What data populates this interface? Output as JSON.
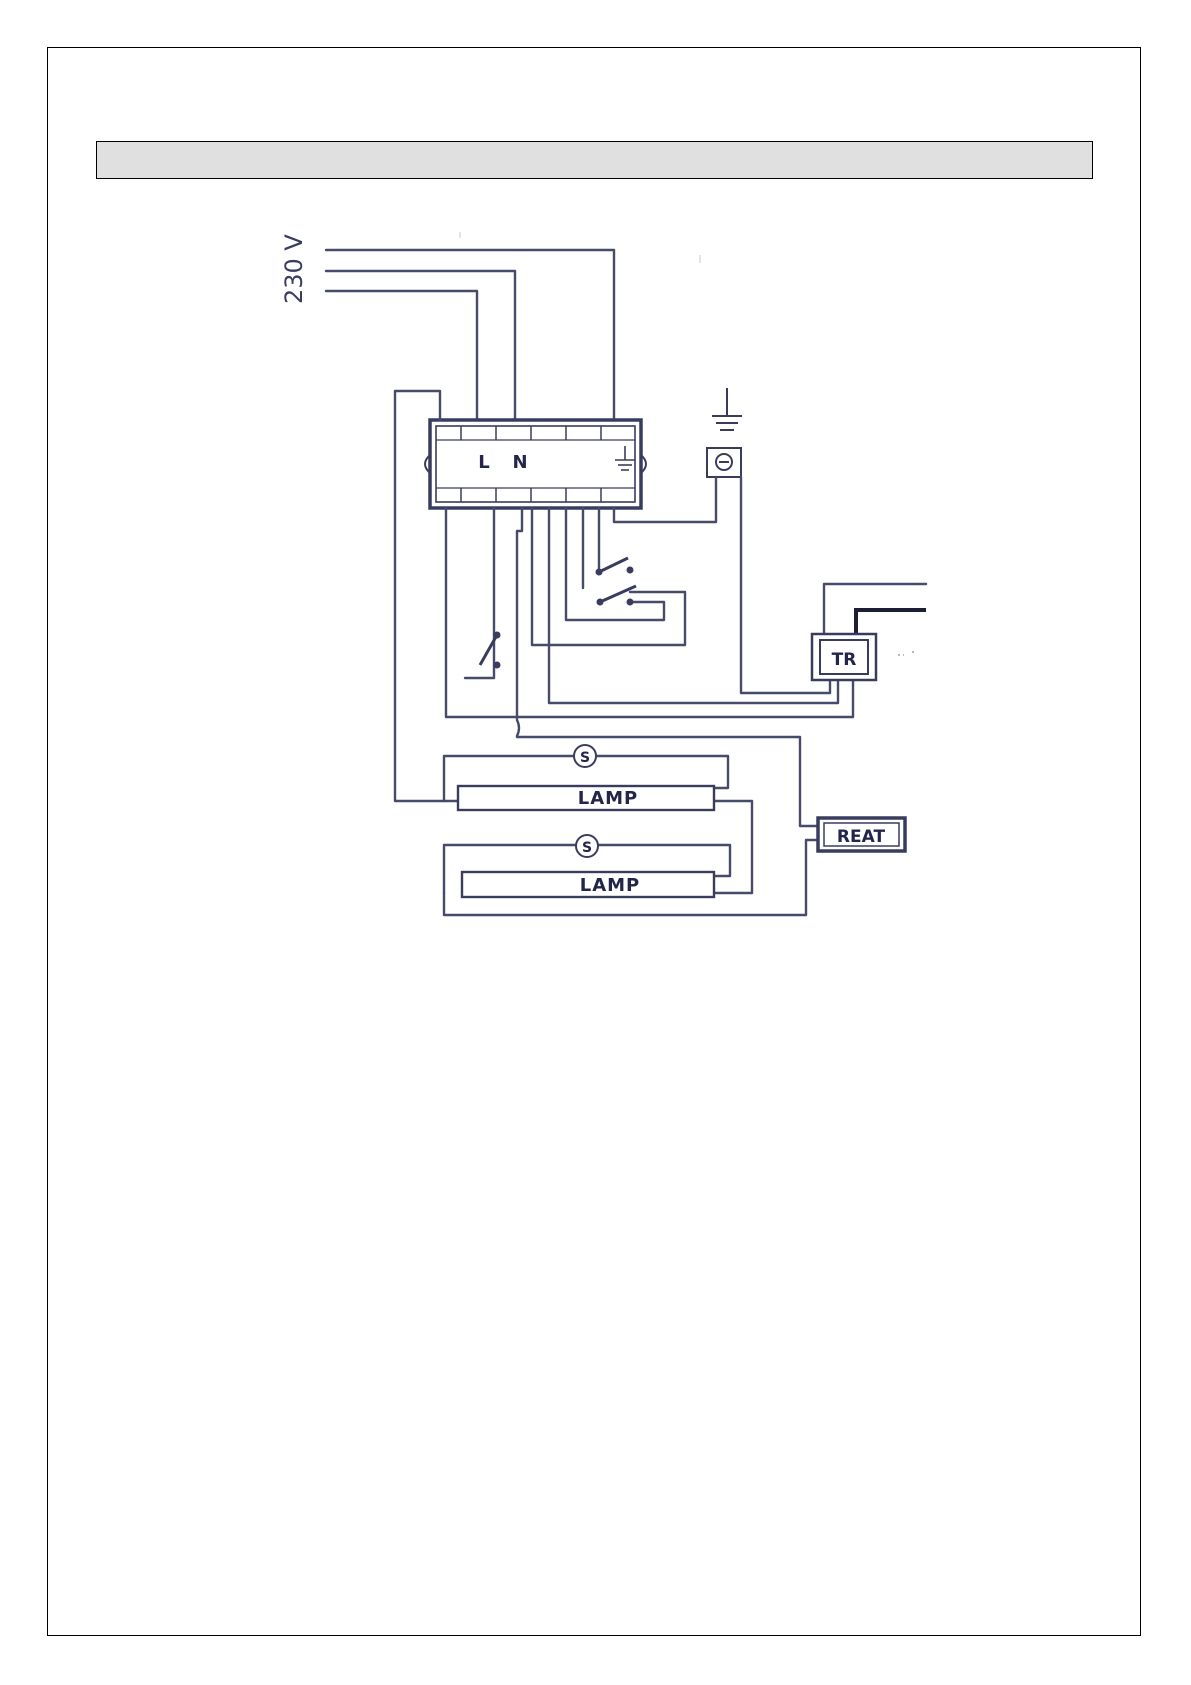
{
  "diagram": {
    "supply_label": "230 V",
    "terminal_live": "L",
    "terminal_neutral": "N",
    "starter_label": "S",
    "lamp_labels": [
      "LAMP",
      "LAMP"
    ],
    "transformer_label": "TR",
    "reactor_label": "REAT"
  },
  "colors": {
    "ink": "#474a6a",
    "header_fill": "#e0e0e0"
  }
}
